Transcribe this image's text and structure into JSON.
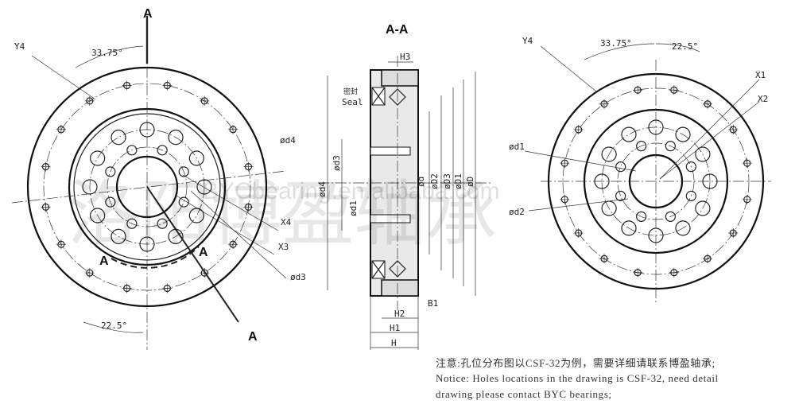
{
  "section_title": "A-A",
  "left_view": {
    "cut_label_top": "A",
    "cut_label_left": "A",
    "cut_label_right": "A",
    "cut_label_bottom": "A",
    "y4": "Y4",
    "angle_top": "33.75°",
    "angle_bottom": "22.5°",
    "d4": "ød4",
    "x4": "X4",
    "x3": "X3",
    "d3": "ød3"
  },
  "section_view": {
    "h3": "H3",
    "seal_cn": "密封",
    "seal_en": "Seal",
    "d4": "ød4",
    "d3": "ød3",
    "d1": "ød1",
    "d": "ød",
    "D2": "øD2",
    "D3": "øD3",
    "D1": "øD1",
    "D": "øD",
    "b1": "B1",
    "h2": "H2",
    "h1": "H1",
    "h": "H"
  },
  "right_view": {
    "y4": "Y4",
    "angle_a": "33.75°",
    "angle_b": "22.5°",
    "x1": "X1",
    "x2": "X2",
    "d1": "ød1",
    "d2": "ød2"
  },
  "watermark": {
    "url": "BYCbearing.en.alibaba.com",
    "cn": "洛阳博盈轴承"
  },
  "notice": {
    "cn": "注意:孔位分布图以CSF-32为例，需要详细请联系博盈轴承;",
    "en_line1": "Notice: Holes locations in the drawing is CSF-32, need detail",
    "en_line2": "drawing please contact BYC bearings;"
  }
}
